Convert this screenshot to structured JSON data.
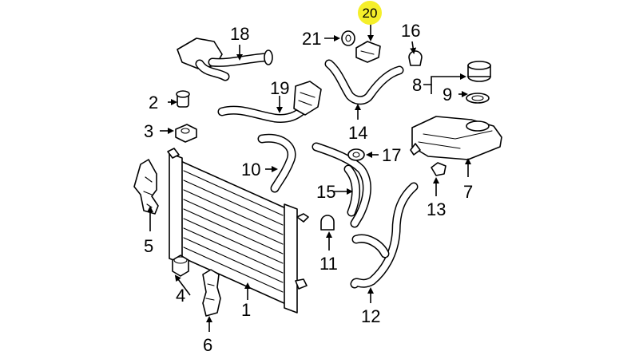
{
  "callouts": {
    "c1": "1",
    "c2": "2",
    "c3": "3",
    "c4": "4",
    "c5": "5",
    "c6": "6",
    "c7": "7",
    "c8": "8",
    "c9": "9",
    "c10": "10",
    "c11": "11",
    "c12": "12",
    "c13": "13",
    "c14": "14",
    "c15": "15",
    "c16": "16",
    "c17": "17",
    "c18": "18",
    "c19": "19",
    "c20": "20",
    "c21": "21"
  },
  "colors": {
    "highlight": "#f5ef2a",
    "line": "#000000",
    "background": "#ffffff"
  }
}
